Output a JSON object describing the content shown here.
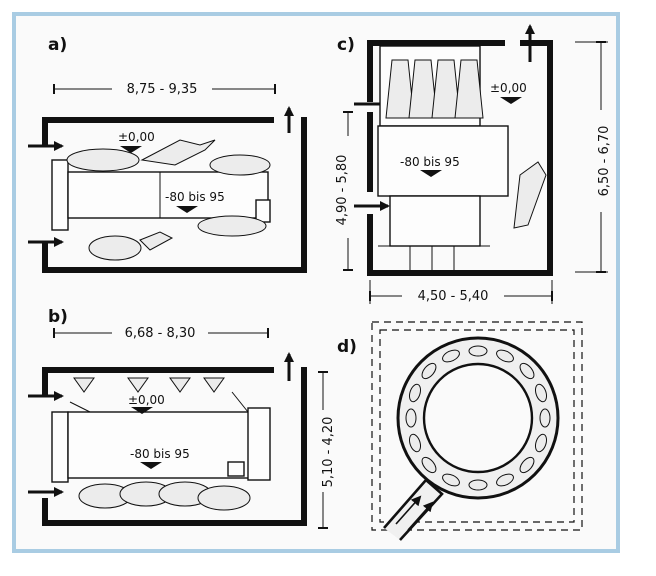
{
  "figure": {
    "panels": [
      {
        "id": "a",
        "letter": "a)",
        "width_dim": "8,75 - 9,35",
        "temp_upper": "±0,00",
        "temp_lower": "-80 bis 95"
      },
      {
        "id": "b",
        "letter": "b)",
        "width_dim": "6,68 - 8,30",
        "height_dim": "5,10 - 4,20",
        "temp_upper": "±0,00",
        "temp_lower": "-80 bis 95"
      },
      {
        "id": "c",
        "letter": "c)",
        "width_dim": "4,50 - 5,40",
        "height_left_dim": "4,90 - 5,80",
        "height_right_dim": "6,50 - 6,70",
        "temp_upper": "±0,00",
        "temp_lower": "-80 bis 95"
      },
      {
        "id": "d",
        "letter": "d)"
      }
    ],
    "colors": {
      "frame_border": "#a9cce3",
      "ink": "#111111",
      "paper": "#fafafa"
    }
  }
}
